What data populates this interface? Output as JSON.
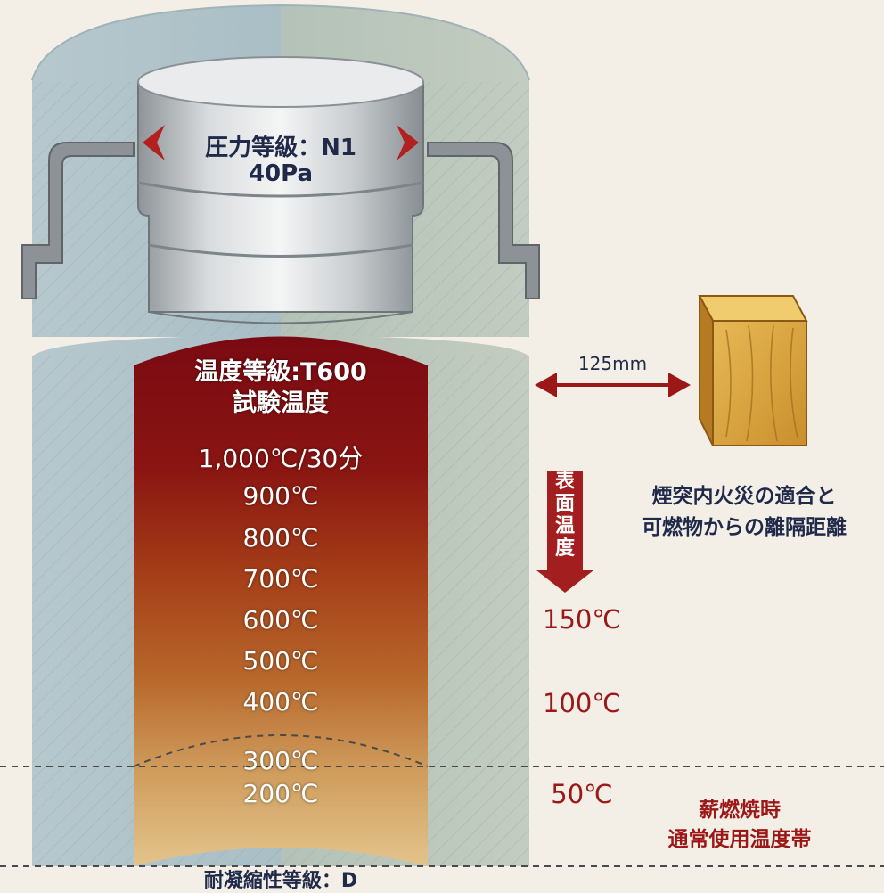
{
  "pressure": {
    "line1": "圧力等級：N1",
    "line2": "40Pa"
  },
  "temperature": {
    "heading1": "温度等級:T600",
    "heading2": "試験温度",
    "levels": [
      "1,000℃/30分",
      "900℃",
      "800℃",
      "700℃",
      "600℃",
      "500℃",
      "400℃",
      "300℃",
      "200℃"
    ]
  },
  "surface": {
    "label_chars": [
      "表",
      "面",
      "温",
      "度"
    ],
    "values": [
      "150℃",
      "100℃",
      "50℃"
    ]
  },
  "clearance": {
    "distance": "125mm",
    "caption_line1": "煙突内火災の適合と",
    "caption_line2": "可燃物からの離隔距離"
  },
  "normal_use": {
    "line1": "薪燃焼時",
    "line2": "通常使用温度帯"
  },
  "condensation": {
    "label": "耐凝縮性等級：D"
  },
  "colors": {
    "accent_red": "#9c1818",
    "navy_text": "#1f2a4a",
    "hot": "#7e0a12",
    "warm": "#d8b070"
  }
}
